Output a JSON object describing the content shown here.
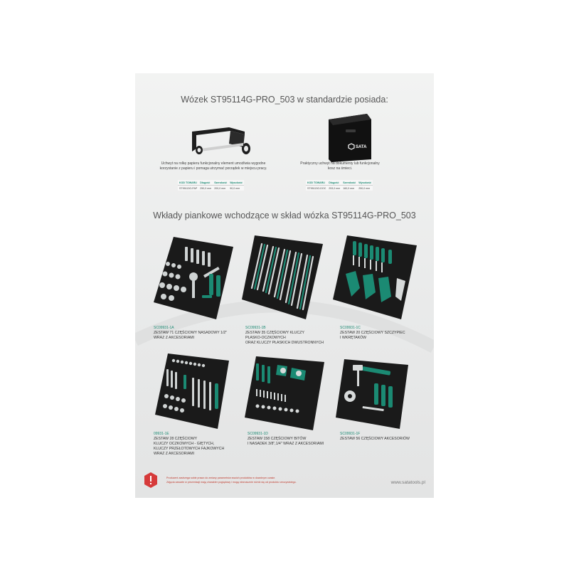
{
  "heading_top": "Wózek ST95114G-PRO_503 w standardzie posiada:",
  "paper_holder": {
    "desc_line1": "Uchwyt na rolkę papieru funkcjonalny element umożliwia wygodne",
    "desc_line2": "korzystanie z papieru i pomaga utrzymać porządek w miejscu pracy.",
    "headers": [
      "KOD TOWARU",
      "Długość",
      "Szerokość",
      "Wysokość"
    ],
    "row": [
      "ST95113G-PAP",
      "250,0 mm",
      "200,0 mm",
      "90,0 mm"
    ]
  },
  "doc_holder": {
    "brand": "SATA",
    "desc_line1": "Praktyczny uchwyt na dokumenty lub funkcjonalny",
    "desc_line2": "kosz na śmieci.",
    "headers": [
      "KOD TOWARU",
      "Długość",
      "Szerokość",
      "Wysokość"
    ],
    "row": [
      "ST95113G-DOC",
      "253,0 mm",
      "160,0 mm",
      "250,0 mm"
    ]
  },
  "heading_trays": "Wkłady piankowe wchodzące w skład wózka ST95114G-PRO_503",
  "trays": [
    {
      "code": "SC09931-1A",
      "name_lines": [
        "ZESTAW 71 CZĘŚCIOWY NASADOWY 1/2\"",
        "WRAZ Z AKCESORIAMI"
      ]
    },
    {
      "code": "SC09931-1B",
      "name_lines": [
        "ZESTAW 35 CZĘŚCIOWY KLUCZY",
        "PŁASKO-OCZKOWYCH",
        "ORAZ KLUCZY PŁASKICH DWUSTRONNYCH"
      ]
    },
    {
      "code": "SC09931-1C",
      "name_lines": [
        "ZESTAW 20 CZĘŚCIOWY SZCZYPIEC",
        "I WKRĘTAKÓW"
      ]
    },
    {
      "code": "09931-1E",
      "name_lines": [
        "ZESTAW 28 CZĘŚCIOWY",
        "KLUCZY OCZKOWYCH - GIĘTYCH,",
        "KLUCZY PRZEŁOTOWYCH FAJKOWYCH",
        "WRAZ Z AKCESORIAMI"
      ]
    },
    {
      "code": "SC09931-1D",
      "name_lines": [
        "ZESTAW 158 CZĘŚCIOWY BITÓW",
        "I NASADEK 3/8\",1/4\" WRAZ Z AKCESORIAMI"
      ]
    },
    {
      "code": "SC09931-1F",
      "name_lines": [
        "ZESTAW 56 CZĘŚCIOWY AKCESORIÓW"
      ]
    }
  ],
  "disclaimer_line1": "Producent zastrzega sobie prawo do zmiany parametrów swoich produktów w dowolnym czasie.",
  "disclaimer_line2": "Zdjęcia zawarte w prezentacji mają charakter poglądowy i mogą nieznacznie różnić się od produktu rzeczywistego.",
  "website": "www.satatools.pl",
  "colors": {
    "accent": "#1b8a73",
    "warning": "#d63a3a",
    "tray": "#1a1a1a"
  }
}
